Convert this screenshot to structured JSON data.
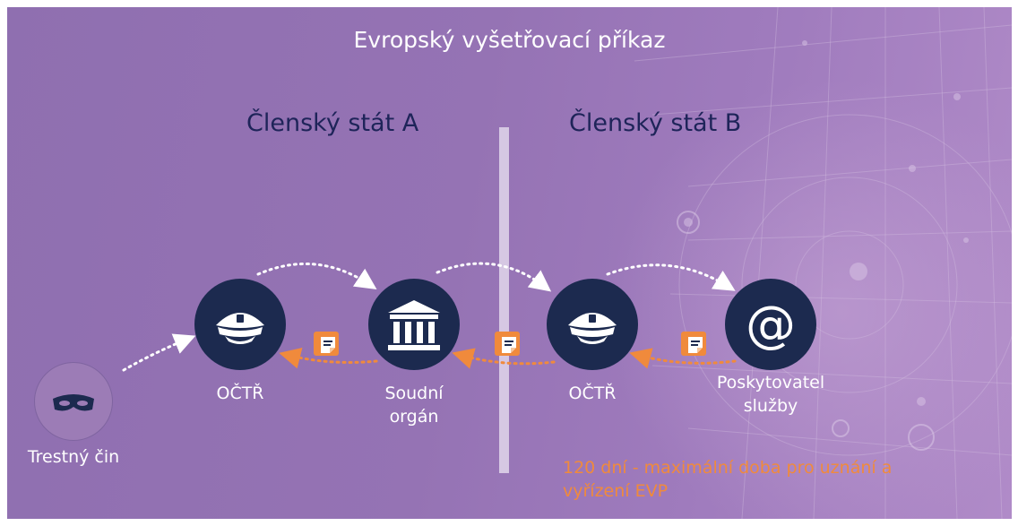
{
  "title": "Evropský vyšetřovací příkaz",
  "states": {
    "a": "Členský stát A",
    "b": "Členský stát B"
  },
  "nodes": {
    "crime": {
      "label": "Trestný čin",
      "icon": "mask-icon"
    },
    "police_a": {
      "label": "OČTŘ",
      "icon": "police-cap-icon"
    },
    "court": {
      "label_line1": "Soudní",
      "label_line2": "orgán",
      "icon": "courthouse-icon"
    },
    "police_b": {
      "label": "OČTŘ",
      "icon": "police-cap-icon"
    },
    "provider": {
      "label_line1": "Poskytovatel",
      "label_line2": "služby",
      "icon": "at-sign-icon"
    }
  },
  "note": {
    "text": "120 dní - maximální doba pro uznání a vyřízení EVP"
  },
  "colors": {
    "node_fill": "#1c2a4f",
    "crime_fill": "#9c7cb6",
    "state_label": "#1e2459",
    "return_arrow": "#f08a3c",
    "forward_arrow": "#ffffff",
    "note_text": "#f08a3c"
  }
}
